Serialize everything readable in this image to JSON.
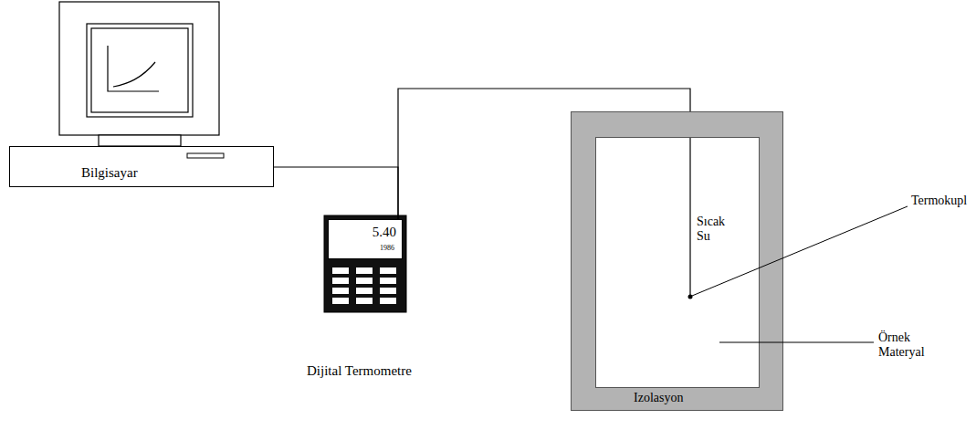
{
  "diagram": {
    "nodes": [
      {
        "text": [
          "Bilgisayar"
        ]
      },
      {
        "text": [
          "5.40",
          "1986"
        ]
      },
      {
        "text": [
          "Izolasyon"
        ]
      },
      {
        "text": [
          "Sıcak Su"
        ],
        "in": 2
      }
    ],
    "edges": [
      {
        "from": 0,
        "to": 1,
        "arrow": "none"
      },
      {
        "from": 1,
        "to": 3,
        "arrow": "none"
      }
    ],
    "labels": [
      "Dijital Termometre",
      "Termokupl",
      "Örnek Materyal"
    ]
  }
}
